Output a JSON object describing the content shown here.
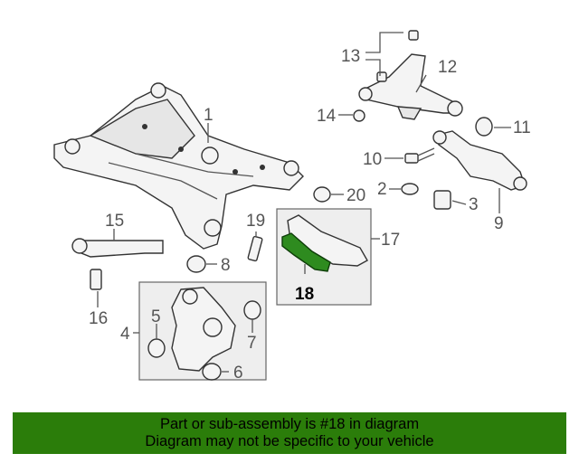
{
  "callouts": {
    "p1": "1",
    "p2": "2",
    "p3": "3",
    "p4": "4",
    "p5": "5",
    "p6": "6",
    "p7": "7",
    "p8": "8",
    "p9": "9",
    "p10": "10",
    "p11": "11",
    "p12": "12",
    "p13": "13",
    "p14": "14",
    "p15": "15",
    "p16": "16",
    "p17": "17",
    "p18": "18",
    "p19": "19",
    "p20": "20"
  },
  "highlight_color": "#2e8b1f",
  "banner": {
    "line1": "Part or sub-assembly is #18 in diagram",
    "line2": "Diagram may not be specific to your vehicle",
    "background": "#2b7d0a"
  }
}
